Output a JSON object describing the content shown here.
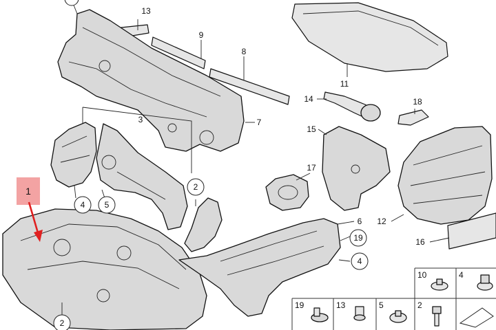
{
  "parts": [
    {
      "id": "p1",
      "label": "1"
    },
    {
      "id": "p2a",
      "label": "2"
    },
    {
      "id": "p2b",
      "label": "2"
    },
    {
      "id": "p3",
      "label": "3"
    },
    {
      "id": "p4a",
      "label": "4"
    },
    {
      "id": "p4b",
      "label": "4"
    },
    {
      "id": "p5",
      "label": "5"
    },
    {
      "id": "p6",
      "label": "6"
    },
    {
      "id": "p7",
      "label": "7"
    },
    {
      "id": "p8",
      "label": "8"
    },
    {
      "id": "p9",
      "label": "9"
    },
    {
      "id": "p11",
      "label": "11"
    },
    {
      "id": "p12",
      "label": "12"
    },
    {
      "id": "p13",
      "label": "13"
    },
    {
      "id": "p14",
      "label": "14"
    },
    {
      "id": "p15",
      "label": "15"
    },
    {
      "id": "p16",
      "label": "16"
    },
    {
      "id": "p17",
      "label": "17"
    },
    {
      "id": "p18",
      "label": "18"
    },
    {
      "id": "p19",
      "label": "19"
    }
  ],
  "legend": [
    {
      "label": "10"
    },
    {
      "label": "4"
    },
    {
      "label": "19"
    },
    {
      "label": "13"
    },
    {
      "label": "5"
    },
    {
      "label": "2"
    }
  ],
  "highlight": {
    "label": "1",
    "color": "#f3a3a3",
    "arrow_color": "#e02020"
  }
}
